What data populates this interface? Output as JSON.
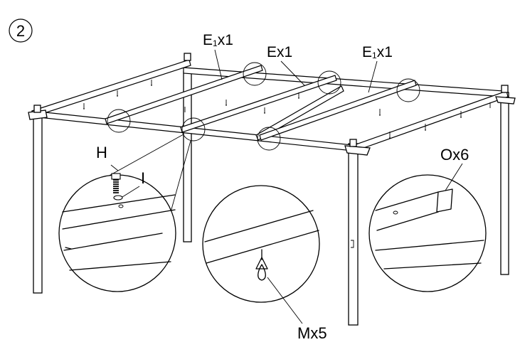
{
  "step": {
    "number": "2"
  },
  "labels": {
    "e1_left": {
      "main": "E",
      "sub": "1",
      "tail": "x1"
    },
    "e_mid": "Ex1",
    "e1_right": {
      "main": "E",
      "sub": "1",
      "tail": "x1"
    },
    "h": "H",
    "i": "I",
    "m": "Mx5",
    "o": "Ox6"
  }
}
